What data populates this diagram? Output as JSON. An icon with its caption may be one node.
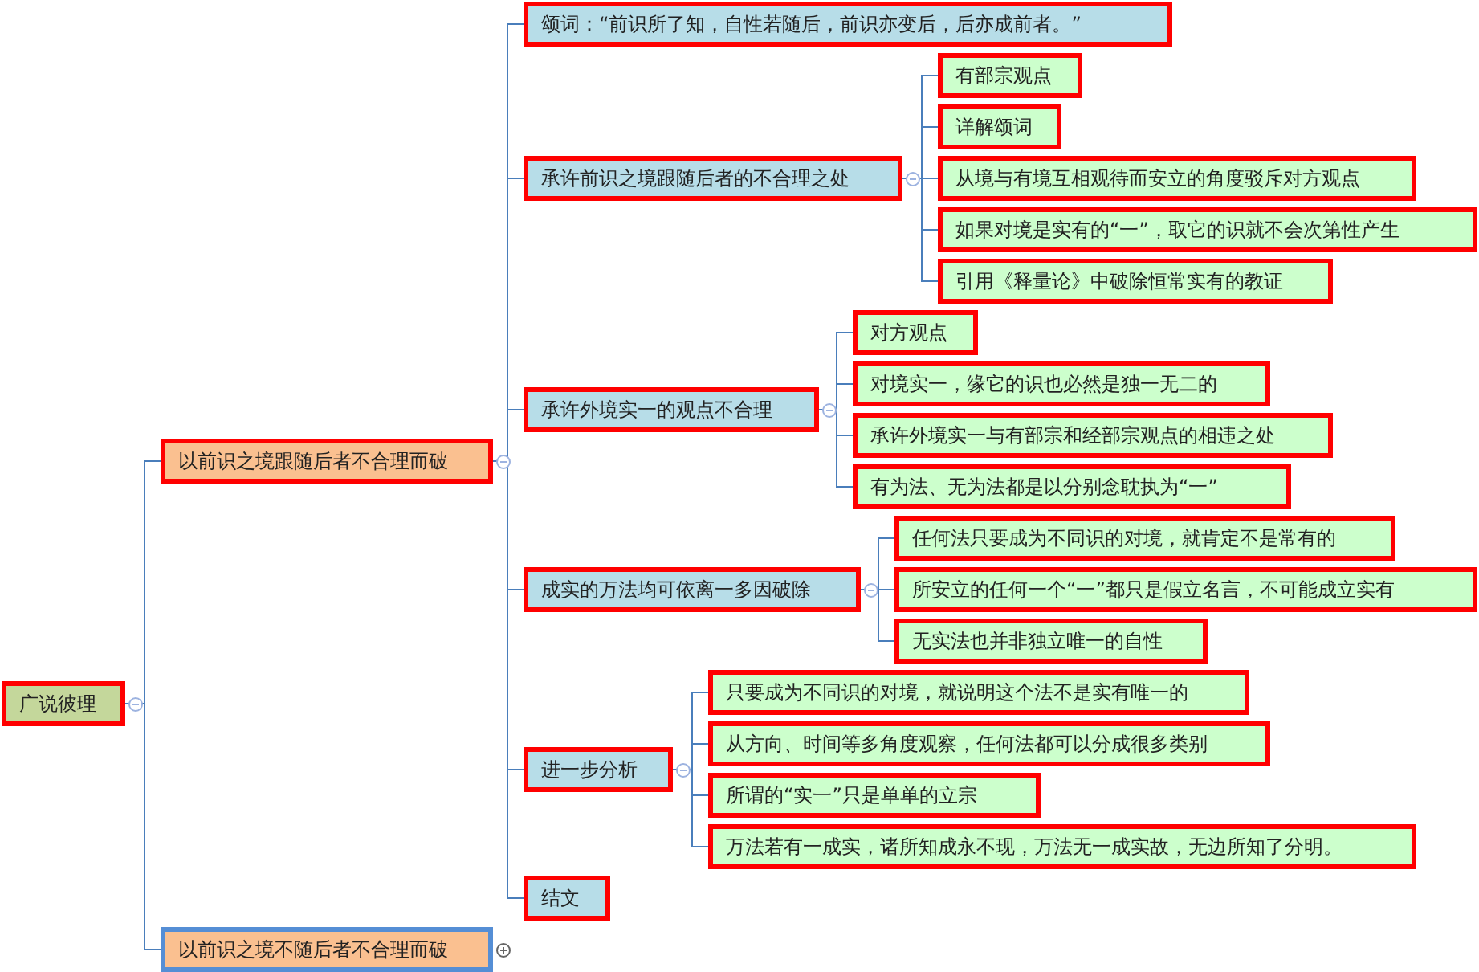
{
  "diagram": {
    "nodes": [
      {
        "text": [
          "广说彼理"
        ]
      },
      {
        "text": [
          "以前识之境跟随后者不合理而破"
        ]
      },
      {
        "text": [
          "颂词：“前识所了知，自性若随后，前识亦变后，后亦成前者。”"
        ]
      },
      {
        "text": [
          "承许前识之境跟随后者的不合理之处"
        ]
      },
      {
        "text": [
          "有部宗观点"
        ]
      },
      {
        "text": [
          "详解颂词"
        ]
      },
      {
        "text": [
          "从境与有境互相观待而安立的角度驳斥对方观点"
        ]
      },
      {
        "text": [
          "如果对境是实有的“一”，取它的识就不会次第性产生"
        ]
      },
      {
        "text": [
          "引用《释量论》中破除恒常实有的教证"
        ]
      },
      {
        "text": [
          "承许外境实一的观点不合理"
        ]
      },
      {
        "text": [
          "对方观点"
        ]
      },
      {
        "text": [
          "对境实一，缘它的识也必然是独一无二的"
        ]
      },
      {
        "text": [
          "承许外境实一与有部宗和经部宗观点的相违之处"
        ]
      },
      {
        "text": [
          "有为法、无为法都是以分别念耽执为“一”"
        ]
      },
      {
        "text": [
          "成实的万法均可依离一多因破除"
        ]
      },
      {
        "text": [
          "任何法只要成为不同识的对境，就肯定不是常有的"
        ]
      },
      {
        "text": [
          "所安立的任何一个“一”都只是假立名言，不可能成立实有"
        ]
      },
      {
        "text": [
          "无实法也并非独立唯一的自性"
        ]
      },
      {
        "text": [
          "进一步分析"
        ]
      },
      {
        "text": [
          "只要成为不同识的对境，就说明这个法不是实有唯一的"
        ]
      },
      {
        "text": [
          "从方向、时间等多角度观察，任何法都可以分成很多类别"
        ]
      },
      {
        "text": [
          "所谓的“实一”只是单单的立宗"
        ]
      },
      {
        "text": [
          "万法若有一成实，诸所知成永不现，万法无一成实故，无边所知了分明。"
        ]
      },
      {
        "text": [
          "结文"
        ]
      },
      {
        "text": [
          "以前识之境不随后者不合理而破"
        ]
      }
    ],
    "edges": [
      {
        "from": 0,
        "to": 1,
        "arrow": "none"
      },
      {
        "from": 0,
        "to": 24,
        "arrow": "none"
      },
      {
        "from": 1,
        "to": 2,
        "arrow": "none"
      },
      {
        "from": 1,
        "to": 3,
        "arrow": "none"
      },
      {
        "from": 1,
        "to": 9,
        "arrow": "none"
      },
      {
        "from": 1,
        "to": 14,
        "arrow": "none"
      },
      {
        "from": 1,
        "to": 18,
        "arrow": "none"
      },
      {
        "from": 1,
        "to": 23,
        "arrow": "none"
      },
      {
        "from": 3,
        "to": 4,
        "arrow": "none"
      },
      {
        "from": 3,
        "to": 5,
        "arrow": "none"
      },
      {
        "from": 3,
        "to": 6,
        "arrow": "none"
      },
      {
        "from": 3,
        "to": 7,
        "arrow": "none"
      },
      {
        "from": 3,
        "to": 8,
        "arrow": "none"
      },
      {
        "from": 9,
        "to": 10,
        "arrow": "none"
      },
      {
        "from": 9,
        "to": 11,
        "arrow": "none"
      },
      {
        "from": 9,
        "to": 12,
        "arrow": "none"
      },
      {
        "from": 9,
        "to": 13,
        "arrow": "none"
      },
      {
        "from": 14,
        "to": 15,
        "arrow": "none"
      },
      {
        "from": 14,
        "to": 16,
        "arrow": "none"
      },
      {
        "from": 14,
        "to": 17,
        "arrow": "none"
      },
      {
        "from": 18,
        "to": 19,
        "arrow": "none"
      },
      {
        "from": 18,
        "to": 20,
        "arrow": "none"
      },
      {
        "from": 18,
        "to": 21,
        "arrow": "none"
      },
      {
        "from": 18,
        "to": 22,
        "arrow": "none"
      }
    ]
  }
}
